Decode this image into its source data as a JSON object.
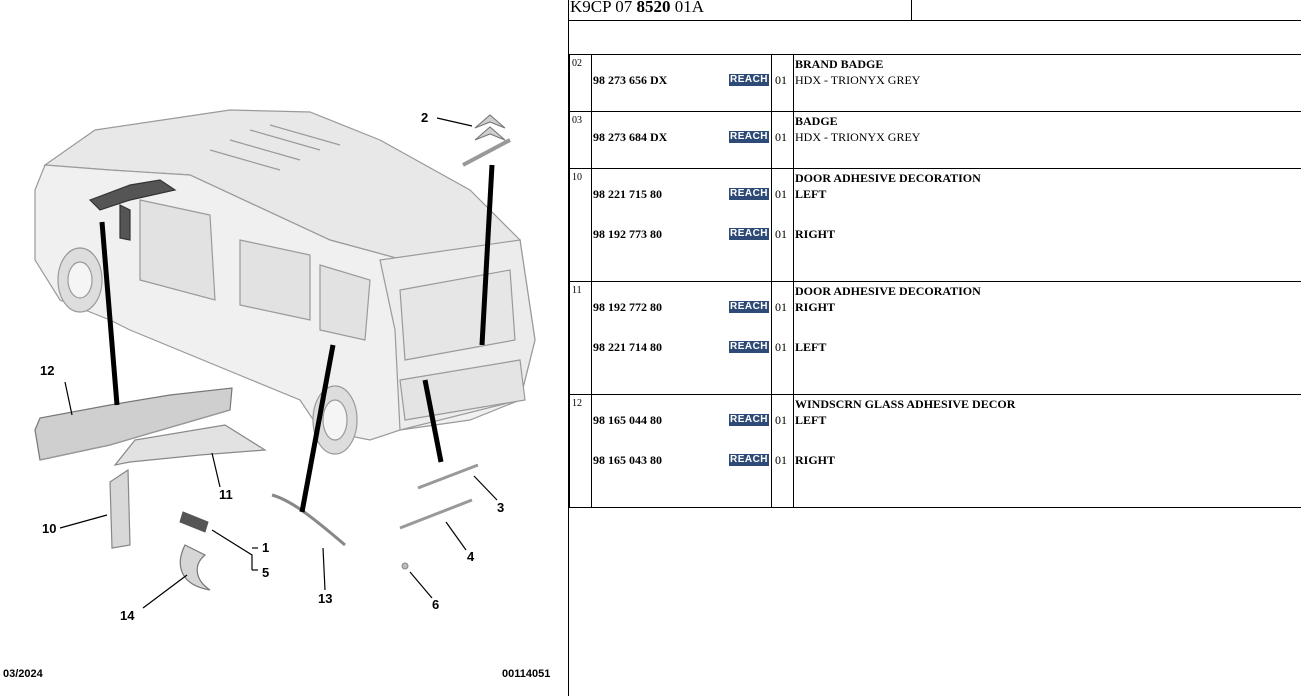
{
  "diagram": {
    "callouts": [
      "1",
      "2",
      "3",
      "4",
      "5",
      "6",
      "10",
      "11",
      "12",
      "13",
      "14"
    ],
    "footer_date": "03/2024",
    "footer_ref": "00114051"
  },
  "header": {
    "code_prefix": "K9CP 07 ",
    "code_bold": "8520",
    "code_suffix": " 01A"
  },
  "rows": [
    {
      "ref": "02",
      "title": "BRAND BADGE",
      "parts": [
        {
          "pn": "98 273 656 DX",
          "reach": "REACH",
          "qty": "01",
          "desc": "HDX - TRIONYX GREY",
          "desc_bold": false
        }
      ]
    },
    {
      "ref": "03",
      "title": "BADGE",
      "parts": [
        {
          "pn": "98 273 684 DX",
          "reach": "REACH",
          "qty": "01",
          "desc": "HDX - TRIONYX GREY",
          "desc_bold": false
        }
      ]
    },
    {
      "ref": "10",
      "title": "DOOR ADHESIVE DECORATION",
      "parts": [
        {
          "pn": "98 221 715 80",
          "reach": "REACH",
          "qty": "01",
          "desc": "LEFT",
          "desc_bold": true
        },
        {
          "pn": "98 192 773 80",
          "reach": "REACH",
          "qty": "01",
          "desc": "RIGHT",
          "desc_bold": true
        }
      ]
    },
    {
      "ref": "11",
      "title": "DOOR ADHESIVE DECORATION",
      "parts": [
        {
          "pn": "98 192 772 80",
          "reach": "REACH",
          "qty": "01",
          "desc": "RIGHT",
          "desc_bold": true
        },
        {
          "pn": "98 221 714 80",
          "reach": "REACH",
          "qty": "01",
          "desc": "LEFT",
          "desc_bold": true
        }
      ]
    },
    {
      "ref": "12",
      "title": "WINDSCRN GLASS ADHESIVE DECOR",
      "parts": [
        {
          "pn": "98 165 044 80",
          "reach": "REACH",
          "qty": "01",
          "desc": "LEFT",
          "desc_bold": true
        },
        {
          "pn": "98 165 043 80",
          "reach": "REACH",
          "qty": "01",
          "desc": "RIGHT",
          "desc_bold": true
        }
      ]
    }
  ],
  "colors": {
    "reach_badge": "#2e4b77",
    "line": "#000000"
  }
}
